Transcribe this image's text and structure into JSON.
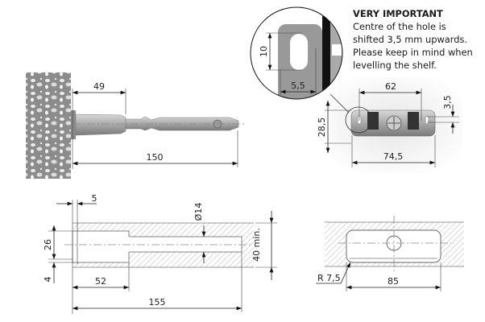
{
  "note": {
    "title": "VERY IMPORTANT",
    "lines": [
      "Centre of the hole is",
      "shifted 3,5 mm upwards.",
      "Please keep in mind when",
      "levelling the shelf."
    ]
  },
  "mounting_view": {
    "dim_depth": "49",
    "dim_length": "150"
  },
  "detail_view": {
    "dim_slot_height": "10",
    "dim_slot_offset": "5,5"
  },
  "bracket_view": {
    "dim_hole_spacing": "62",
    "dim_width": "74,5",
    "dim_height": "28,5",
    "dim_shift": "3,5"
  },
  "drill_section": {
    "dim_plate": "5",
    "dim_counterbore": "26",
    "dim_offset": "4",
    "dim_counterbore_depth": "52",
    "dim_total_depth": "155",
    "dim_hole_diameter": "Ø14",
    "dim_min_thickness": "40 min."
  },
  "recess_view": {
    "dim_radius": "R 7,5",
    "dim_length": "85"
  },
  "colors": {
    "line": "#222222",
    "hatch": "#9a9a9a",
    "metal": "#b8b8b8"
  }
}
